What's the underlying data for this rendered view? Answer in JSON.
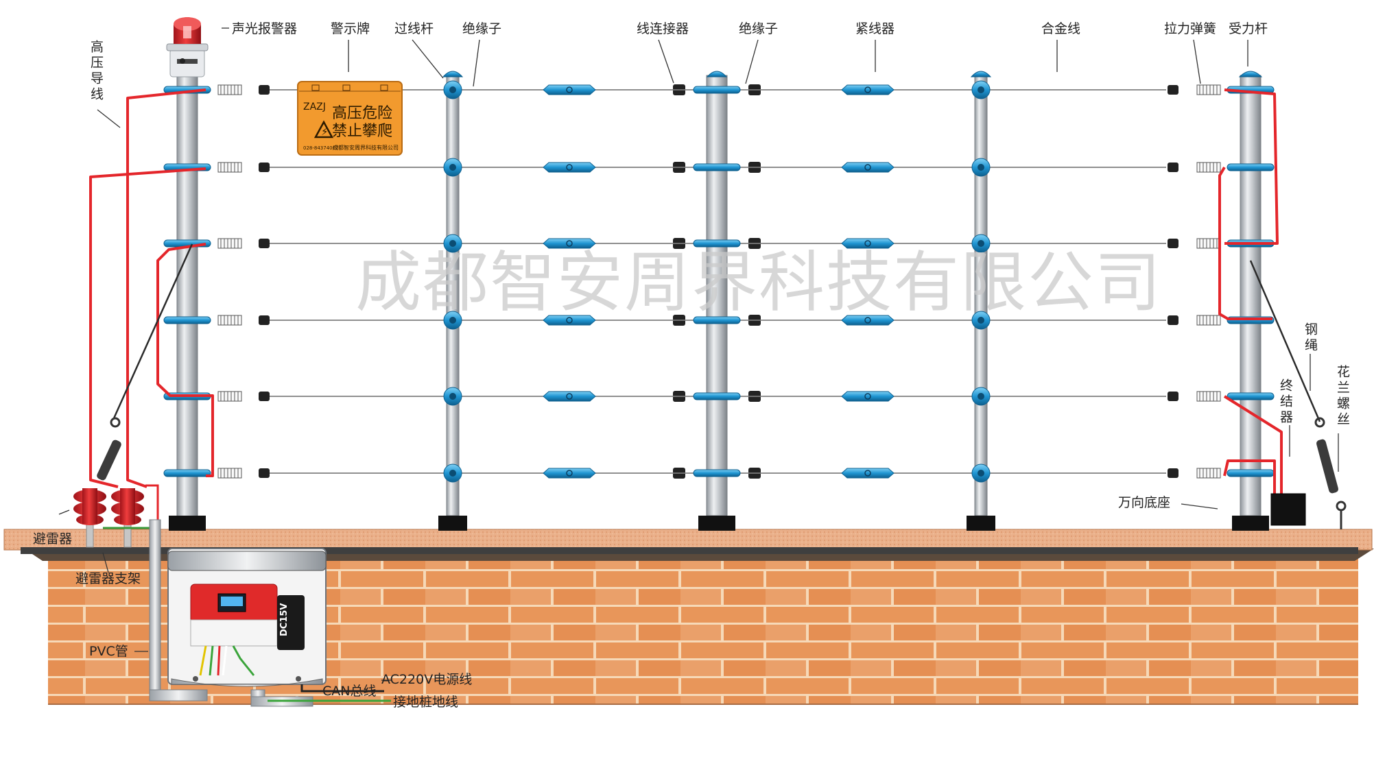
{
  "watermark": "成都智安周界科技有限公司",
  "labels": {
    "hv_lead": "高压导线",
    "alarm": "声光报警器",
    "sign": "警示牌",
    "pass_pole": "过线杆",
    "insulator_a": "绝缘子",
    "connector": "线连接器",
    "insulator_b": "绝缘子",
    "tightener": "紧线器",
    "alloy_wire": "合金线",
    "spring": "拉力弹簧",
    "stress_pole": "受力杆",
    "steel_rope": "钢绳",
    "turnbuckle": "花兰螺丝",
    "terminator": "终结器",
    "base": "万向底座",
    "arrester": "避雷器",
    "arrester_bracket": "避雷器支架",
    "pvc": "PVC管",
    "ac_power": "AC220V电源线",
    "can_bus": "CAN总线",
    "ground": "接地桩地线"
  },
  "warning_sign": {
    "code": "ZAZJ",
    "line1": "高压危险",
    "line2": "禁止攀爬",
    "phone": "028-84374007",
    "company": "成都智安周界科技有限公司"
  },
  "controller": {
    "voltage": "DC15V"
  },
  "colors": {
    "brick": "#e8965a",
    "brick_light": "#f2b98b",
    "mortar": "#f6d9b8",
    "insulator_blue": "#2aa3dc",
    "pole_gray": "#b8bcc0",
    "red_wire": "#e4262b",
    "sign_orange": "#f29a2e"
  }
}
